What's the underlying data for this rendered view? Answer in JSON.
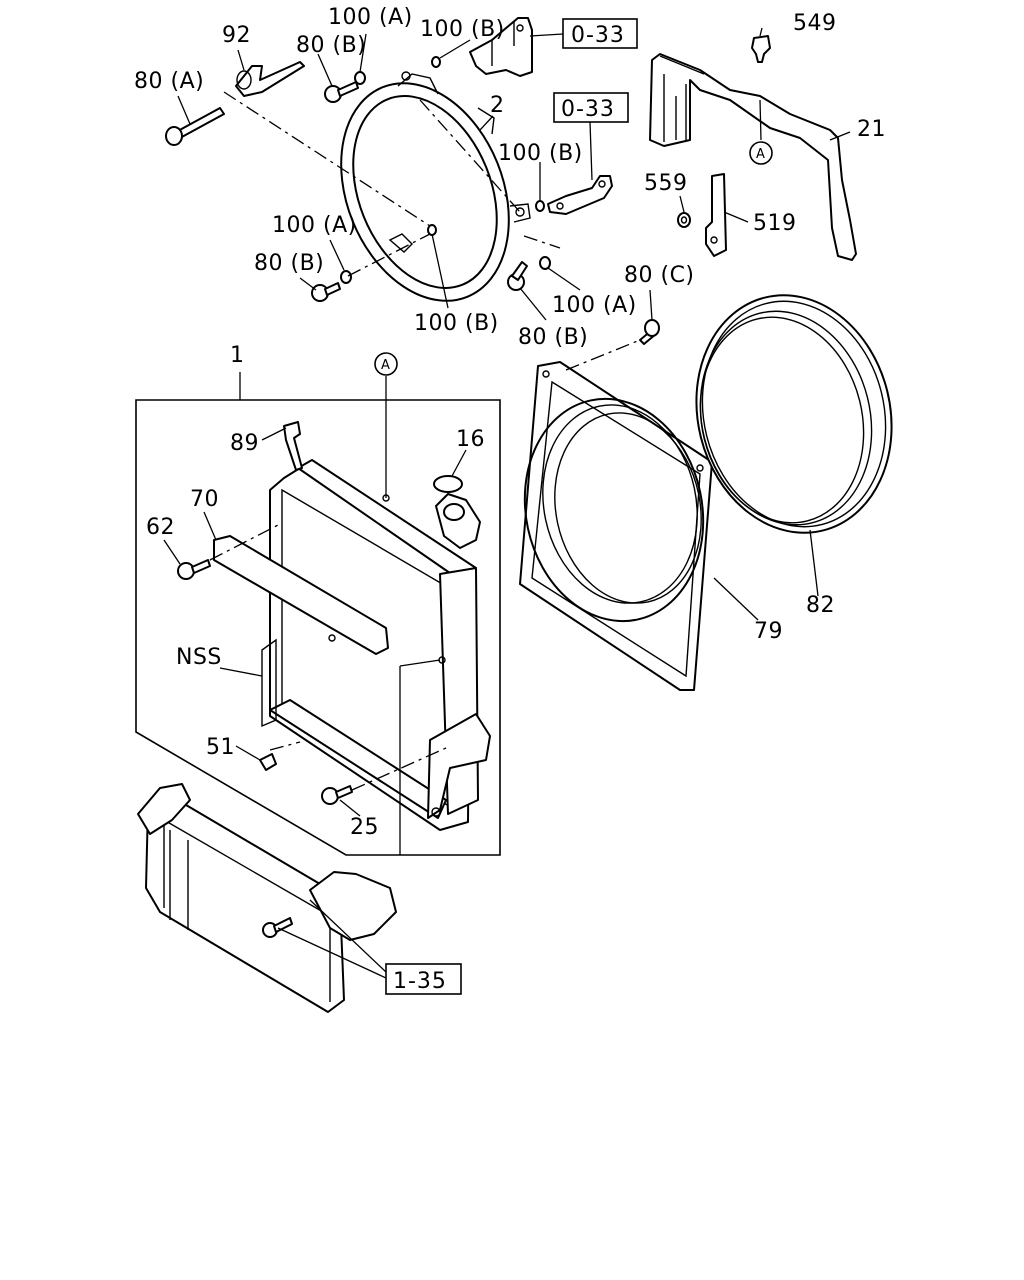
{
  "labels": {
    "p92": "92",
    "p80A": "80 (A)",
    "p80B_top": "80 (B)",
    "p100A_top": "100 (A)",
    "p100B_top": "100 (B)",
    "ref033_top": "0-33",
    "p549": "549",
    "p2": "2",
    "ref033_mid": "0-33",
    "p100B_mid": "100 (B)",
    "p21": "21",
    "p559": "559",
    "p519": "519",
    "circleA_top": "A",
    "p100A_left": "100 (A)",
    "p80B_left": "80 (B)",
    "p100B_bottom": "100 (B)",
    "p80B_right": "80 (B)",
    "p100A_right": "100 (A)",
    "p80C": "80 (C)",
    "p1": "1",
    "circleA_rad": "A",
    "p89": "89",
    "p16": "16",
    "p70": "70",
    "p62": "62",
    "pNSS": "NSS",
    "p51": "51",
    "p25": "25",
    "p79": "79",
    "p82": "82",
    "ref135": "1-35"
  }
}
